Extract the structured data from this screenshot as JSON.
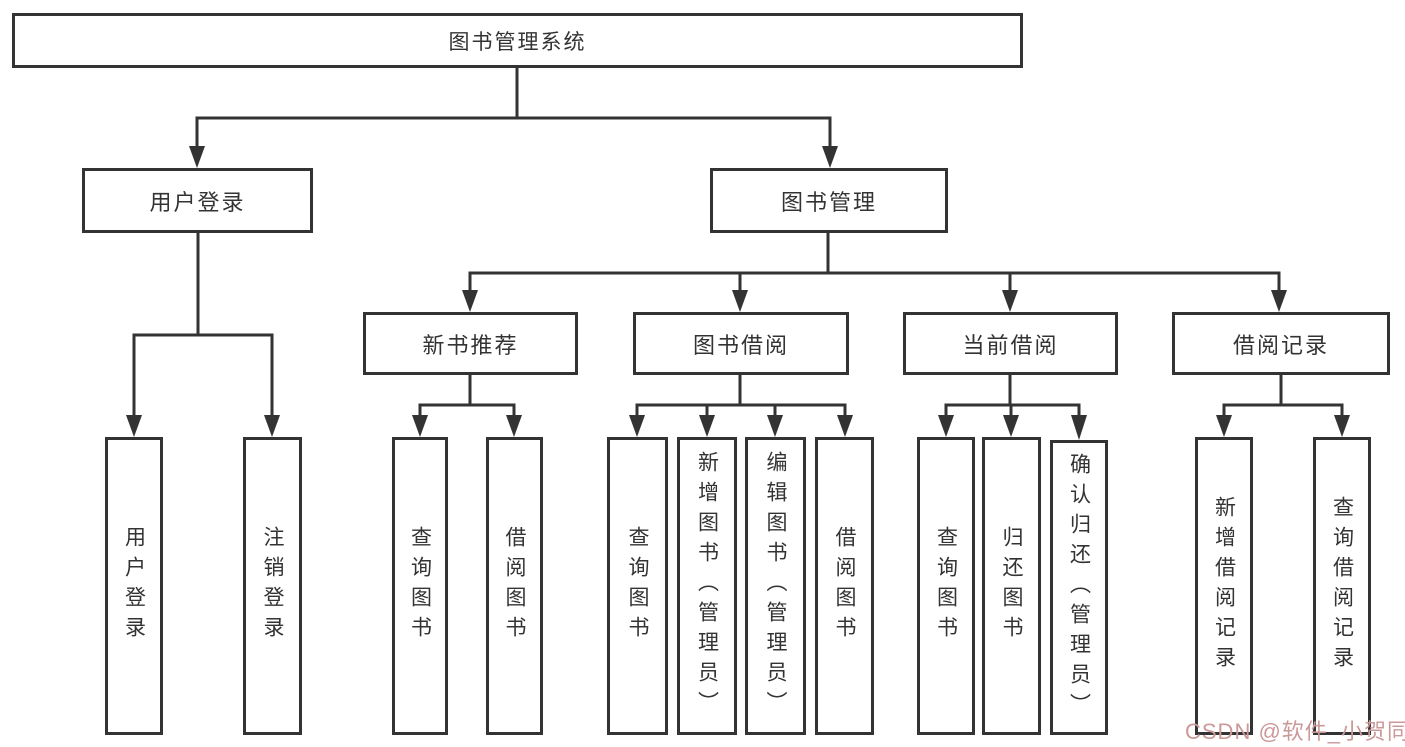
{
  "page": {
    "background": "#ffffff",
    "line_color": "#333333",
    "text_color": "#333333",
    "watermark_color": "#cc9999"
  },
  "tree": {
    "root": {
      "label": "图书管理系统"
    },
    "branches": [
      {
        "label": "用户登录",
        "children": [
          {
            "label": "用户登录"
          },
          {
            "label": "注销登录"
          }
        ]
      },
      {
        "label": "图书管理",
        "children": [
          {
            "label": "新书推荐",
            "children": [
              {
                "label": "查询图书"
              },
              {
                "label": "借阅图书"
              }
            ]
          },
          {
            "label": "图书借阅",
            "children": [
              {
                "label": "查询图书"
              },
              {
                "label": "新增图书（管理员）"
              },
              {
                "label": "编辑图书（管理员）"
              },
              {
                "label": "借阅图书"
              }
            ]
          },
          {
            "label": "当前借阅",
            "children": [
              {
                "label": "查询图书"
              },
              {
                "label": "归还图书"
              },
              {
                "label": "确认归还（管理员）"
              }
            ]
          },
          {
            "label": "借阅记录",
            "children": [
              {
                "label": "新增借阅记录"
              },
              {
                "label": "查询借阅记录"
              }
            ]
          }
        ]
      }
    ]
  },
  "watermark": {
    "text": "CSDN @软件_小贺同学"
  }
}
